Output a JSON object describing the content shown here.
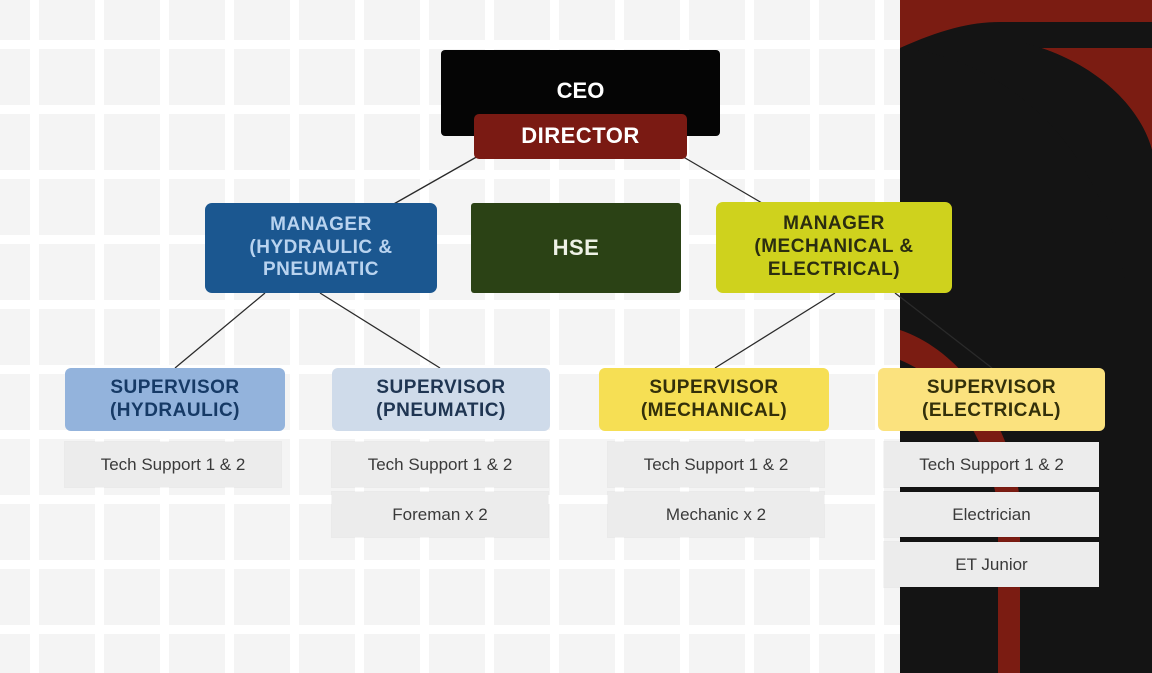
{
  "top": {
    "ceo": "CEO",
    "director": "DIRECTOR"
  },
  "managers": {
    "hydraulic": "MANAGER (HYDRAULIC & PNEUMATIC",
    "hse": "HSE",
    "mechanical": "MANAGER (MECHANICAL & ELECTRICAL)"
  },
  "supervisors": {
    "hydraulic": "SUPERVISOR (HYDRAULIC)",
    "pneumatic": "SUPERVISOR (PNEUMATIC)",
    "mechanical": "SUPERVISOR (MECHANICAL)",
    "electrical": "SUPERVISOR (ELECTRICAL)"
  },
  "staff": {
    "hydraulic": [
      "Tech Support 1 & 2"
    ],
    "pneumatic": [
      "Tech Support 1 & 2",
      "Foreman x 2"
    ],
    "mechanical": [
      "Tech Support 1 & 2",
      "Mechanic x 2"
    ],
    "electrical": [
      "Tech Support 1 & 2",
      "Electrician",
      "ET Junior"
    ]
  },
  "colors": {
    "ceo": "#050505",
    "director": "#7a1a13",
    "manager_hydraulic": "#1b5790",
    "hse": "#2b4215",
    "manager_mechanical": "#cfd21d",
    "supervisor_hydraulic": "#93b3dc",
    "supervisor_pneumatic": "#cfdbea",
    "supervisor_mechanical": "#f6df54",
    "supervisor_electrical": "#fbe27e",
    "deco_red": "#7b1c12",
    "deco_black": "#141414"
  }
}
